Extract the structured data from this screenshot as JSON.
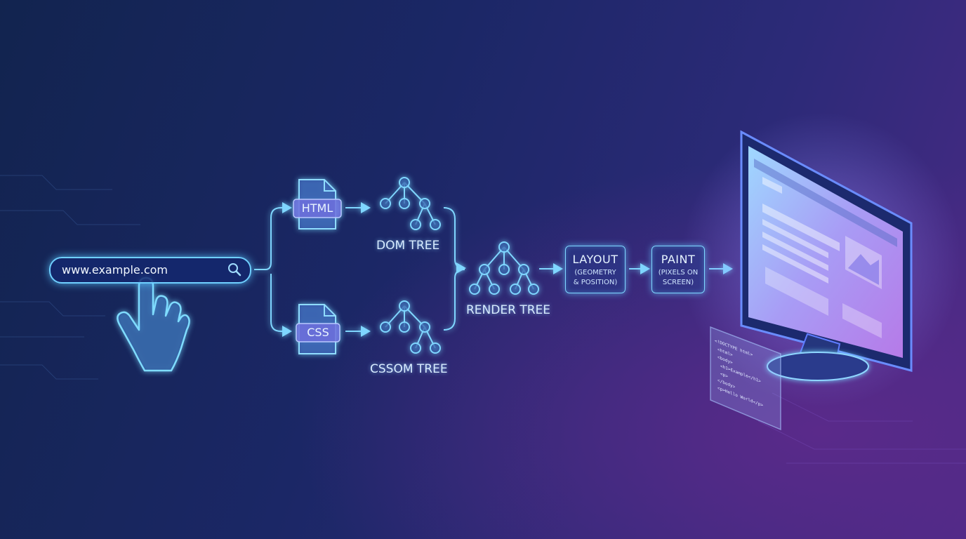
{
  "search": {
    "url": "www.example.com"
  },
  "files": {
    "html": "HTML",
    "css": "CSS"
  },
  "trees": {
    "dom": "DOM TREE",
    "cssom": "CSSOM TREE",
    "render": "RENDER TREE"
  },
  "layout": {
    "title": "LAYOUT",
    "line1": "(GEOMETRY",
    "line2": "& POSITION)"
  },
  "paint": {
    "title": "PAINT",
    "line1": "(PIXELS ON",
    "line2": "SCREEN)"
  },
  "code": {
    "lines": [
      "<!DOCTYPE html>",
      "<html>",
      "<body>",
      "<h1>Example</h1>",
      "<p>",
      "</body>",
      "<p>Hello World</p>"
    ]
  },
  "colors": {
    "accent": "#7fd6ff",
    "bg_start": "#12244f",
    "bg_end": "#4b2a86"
  }
}
